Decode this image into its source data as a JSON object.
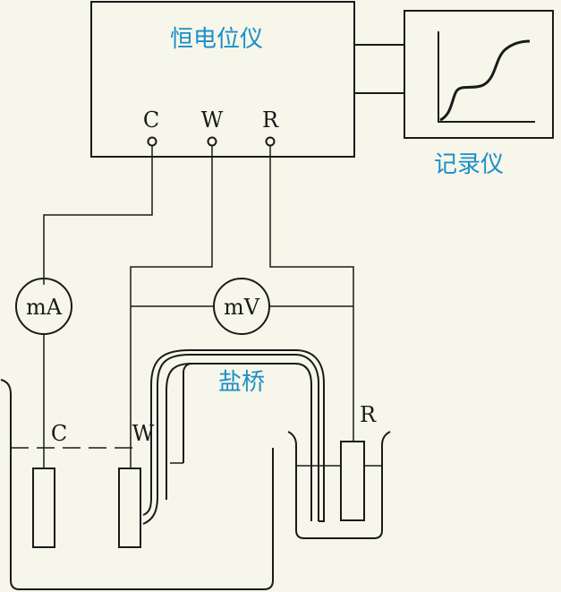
{
  "labels": {
    "potentiostat": "恒电位仪",
    "recorder": "记录仪",
    "salt_bridge": "盐桥",
    "terminal_c": "C",
    "terminal_w": "W",
    "terminal_r": "R",
    "ammeter": "mA",
    "voltmeter": "mV",
    "electrode_c": "C",
    "electrode_w": "W",
    "electrode_r": "R"
  },
  "colors": {
    "label_blue": "#1a8fc9",
    "line": "#1a1a1a",
    "background": "#f7f6ea"
  }
}
